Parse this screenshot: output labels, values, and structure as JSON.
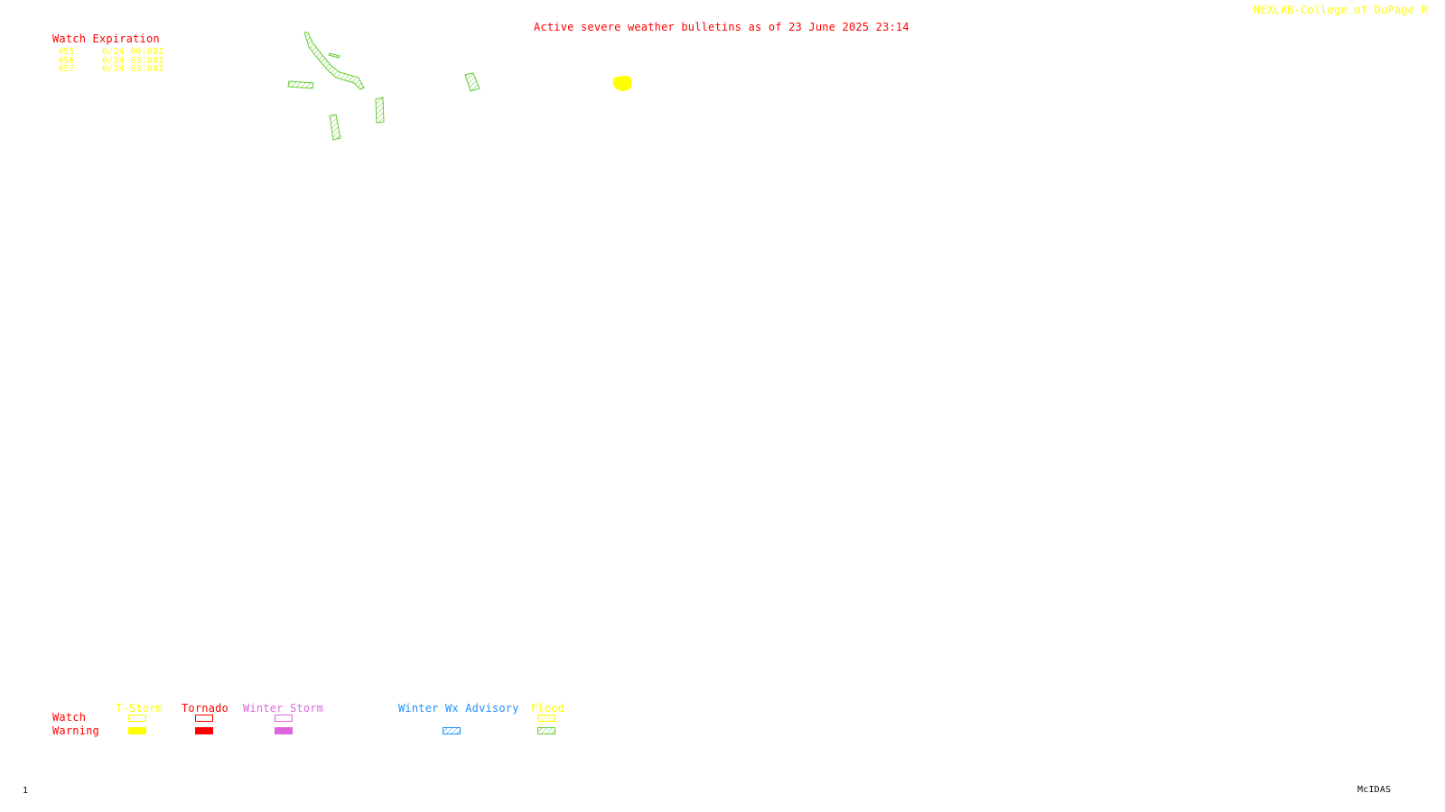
{
  "header": {
    "title": "Active severe weather bulletins as of 23 June 2025 23:14",
    "credit": "NEXLAB-College of DuPage R"
  },
  "watch_expiration": {
    "heading": "Watch Expiration",
    "rows": [
      {
        "id": "455",
        "time": "6/24 00:00Z"
      },
      {
        "id": "456",
        "time": "6/24 03:00Z"
      },
      {
        "id": "457",
        "time": "6/24 03:00Z"
      }
    ]
  },
  "legend": {
    "row_labels": {
      "watch": "Watch",
      "warning": "Warning"
    },
    "categories": [
      {
        "key": "tstorm",
        "label": "T-Storm",
        "color": "#ffff00",
        "watch_style": "outline",
        "warning_style": "filled"
      },
      {
        "key": "tornado",
        "label": "Tornado",
        "color": "#ff0000",
        "watch_style": "outline",
        "warning_style": "filled"
      },
      {
        "key": "winter_storm",
        "label": "Winter Storm",
        "color": "#dd66dd",
        "watch_style": "outline",
        "warning_style": "filled"
      },
      {
        "key": "winter_wx_advisory",
        "label": "Winter Wx Advisory",
        "color": "#1e90ff",
        "watch_style": "none",
        "warning_style": "hatched"
      },
      {
        "key": "flood",
        "label": "Flood",
        "color": "#ffff00",
        "color_warning": "#66cc33",
        "watch_style": "hatched",
        "warning_style": "hatched"
      }
    ]
  },
  "map_colors": {
    "flood_warning": "#66cc33",
    "tstorm_warning": "#ffff00"
  },
  "footer": {
    "frame_number": "1",
    "software": "McIDAS"
  }
}
